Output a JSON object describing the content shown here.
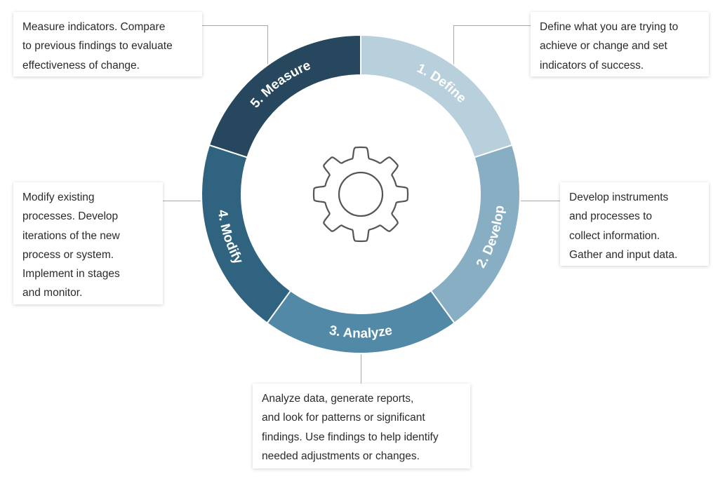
{
  "diagram": {
    "type": "cycle",
    "center_icon": "gear-icon",
    "stages": [
      {
        "label": "1. Define",
        "color": "#b8cfdc",
        "description": "Define what you are trying to\nachieve or change and set\nindicators of success."
      },
      {
        "label": "2. Develop",
        "color": "#87aec3",
        "description": "Develop instruments\nand processes to\ncollect information.\nGather and input data."
      },
      {
        "label": "3. Analyze",
        "color": "#5289a6",
        "description": "Analyze data, generate reports,\nand look for patterns or significant\nfindings. Use findings to help identify\nneeded adjustments or changes."
      },
      {
        "label": "4. Modify",
        "color": "#30637f",
        "description": "Modify existing\nprocesses. Develop\niterations of the new\nprocess or system.\nImplement in stages\nand monitor."
      },
      {
        "label": "5. Measure",
        "color": "#26475d",
        "description": "Measure indicators. Compare\nto previous findings to evaluate\neffectiveness of change."
      }
    ],
    "colors": {
      "text_on_ring": "#ffffff",
      "connector": "#a9a9a9",
      "box_text": "#2b2b2b",
      "gear": "#555555"
    }
  }
}
